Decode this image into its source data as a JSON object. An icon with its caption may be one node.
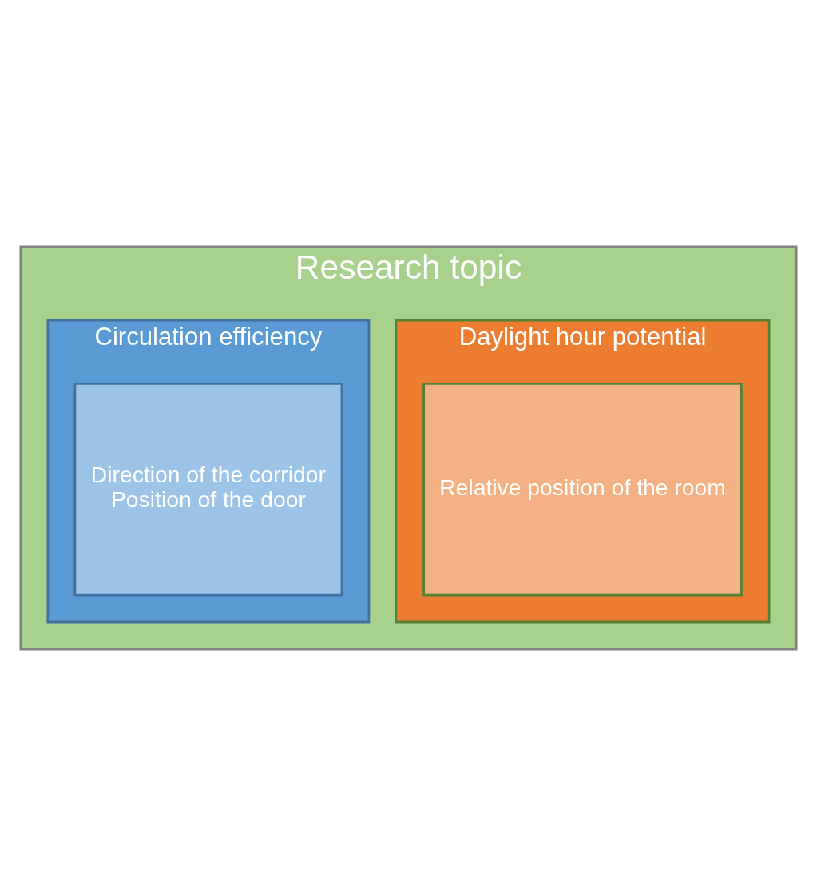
{
  "diagram": {
    "nodes": [
      {
        "text": [
          "Research topic"
        ]
      },
      {
        "text": [
          "Daylight hour potential"
        ],
        "in": 0
      },
      {
        "text": [
          "Relative position of the room"
        ],
        "in": 1
      },
      {
        "text": [
          "Circulation efficiency"
        ],
        "in": 0
      },
      {
        "text": [
          "Direction of the corridor",
          "Position of the door"
        ],
        "in": 3
      }
    ]
  }
}
